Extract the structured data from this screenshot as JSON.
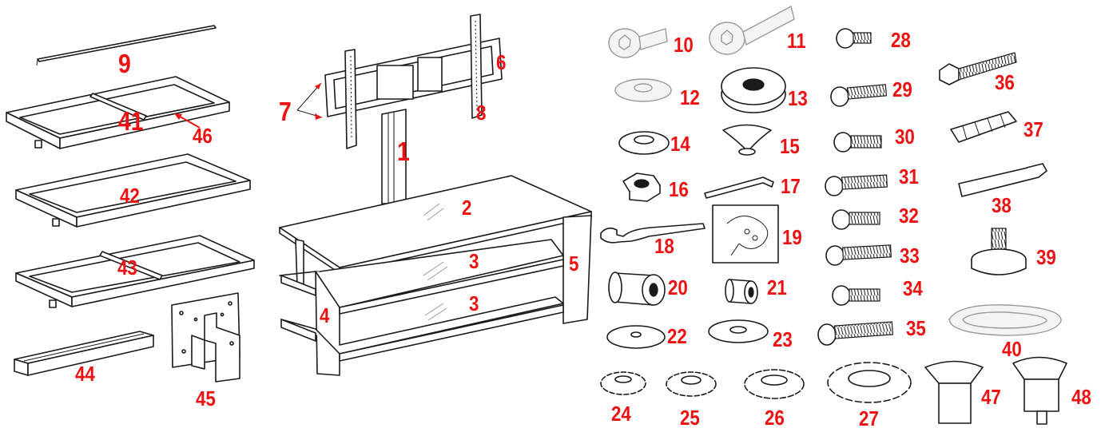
{
  "diagram": {
    "label_color": "#ee1111",
    "line_color": "#1a1a1a",
    "callouts": [
      {
        "id": "p1",
        "text": "1"
      },
      {
        "id": "p2",
        "text": "2"
      },
      {
        "id": "p3a",
        "text": "3"
      },
      {
        "id": "p3b",
        "text": "3"
      },
      {
        "id": "p4",
        "text": "4"
      },
      {
        "id": "p5",
        "text": "5"
      },
      {
        "id": "p6",
        "text": "6"
      },
      {
        "id": "p7",
        "text": "7"
      },
      {
        "id": "p8",
        "text": "8"
      },
      {
        "id": "p9",
        "text": "9"
      },
      {
        "id": "p10",
        "text": "10"
      },
      {
        "id": "p11",
        "text": "11"
      },
      {
        "id": "p12",
        "text": "12"
      },
      {
        "id": "p13",
        "text": "13"
      },
      {
        "id": "p14",
        "text": "14"
      },
      {
        "id": "p15",
        "text": "15"
      },
      {
        "id": "p16",
        "text": "16"
      },
      {
        "id": "p17",
        "text": "17"
      },
      {
        "id": "p18",
        "text": "18"
      },
      {
        "id": "p19",
        "text": "19"
      },
      {
        "id": "p20",
        "text": "20"
      },
      {
        "id": "p21",
        "text": "21"
      },
      {
        "id": "p22",
        "text": "22"
      },
      {
        "id": "p23",
        "text": "23"
      },
      {
        "id": "p24",
        "text": "24"
      },
      {
        "id": "p25",
        "text": "25"
      },
      {
        "id": "p26",
        "text": "26"
      },
      {
        "id": "p27",
        "text": "27"
      },
      {
        "id": "p28",
        "text": "28"
      },
      {
        "id": "p29",
        "text": "29"
      },
      {
        "id": "p30",
        "text": "30"
      },
      {
        "id": "p31",
        "text": "31"
      },
      {
        "id": "p32",
        "text": "32"
      },
      {
        "id": "p33",
        "text": "33"
      },
      {
        "id": "p34",
        "text": "34"
      },
      {
        "id": "p35",
        "text": "35"
      },
      {
        "id": "p36",
        "text": "36"
      },
      {
        "id": "p37",
        "text": "37"
      },
      {
        "id": "p38",
        "text": "38"
      },
      {
        "id": "p39",
        "text": "39"
      },
      {
        "id": "p40",
        "text": "40"
      },
      {
        "id": "p41",
        "text": "41"
      },
      {
        "id": "p42",
        "text": "42"
      },
      {
        "id": "p43",
        "text": "43"
      },
      {
        "id": "p44",
        "text": "44"
      },
      {
        "id": "p45",
        "text": "45"
      },
      {
        "id": "p46",
        "text": "46"
      },
      {
        "id": "p47",
        "text": "47"
      },
      {
        "id": "p48",
        "text": "48"
      }
    ]
  }
}
